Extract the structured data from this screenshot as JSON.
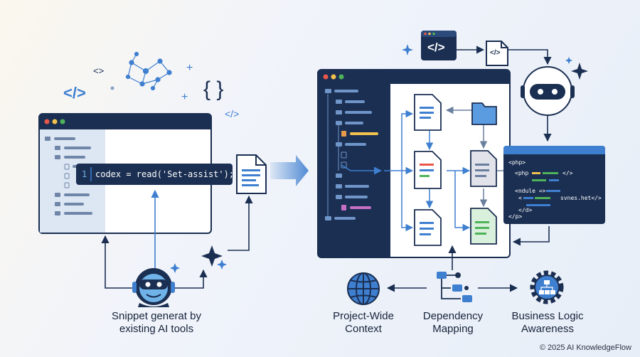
{
  "code_line": {
    "number": "1",
    "text": "codex = read('Set-assist');"
  },
  "code_panel": {
    "line1": "<php>",
    "line2": "<php",
    "line3": "</>",
    "line4": "<ndule =>",
    "line5": "<",
    "line6": "svnes.het</>",
    "line7": "</d>",
    "line8": "</p>"
  },
  "labels": {
    "snippet_line1": "Snippet generat by",
    "snippet_line2": "existing AI tools",
    "context_line1": "Project-Wide",
    "context_line2": "Context",
    "dependency_line1": "Dependency",
    "dependency_line2": "Mapping",
    "business_line1": "Business Logic",
    "business_line2": "Awareness"
  },
  "footer": {
    "copyright": "© 2025 AI KnowledgeFlow"
  },
  "floating_symbols": {
    "code_tag": "</>",
    "angle": "<>",
    "braces": "{ }",
    "plus": "+"
  },
  "colors": {
    "navy": "#1b2f52",
    "blue": "#3f7fd0",
    "yellow": "#f2c14e",
    "green": "#4fb35a",
    "red": "#e9574b",
    "orange": "#e79a4a"
  }
}
